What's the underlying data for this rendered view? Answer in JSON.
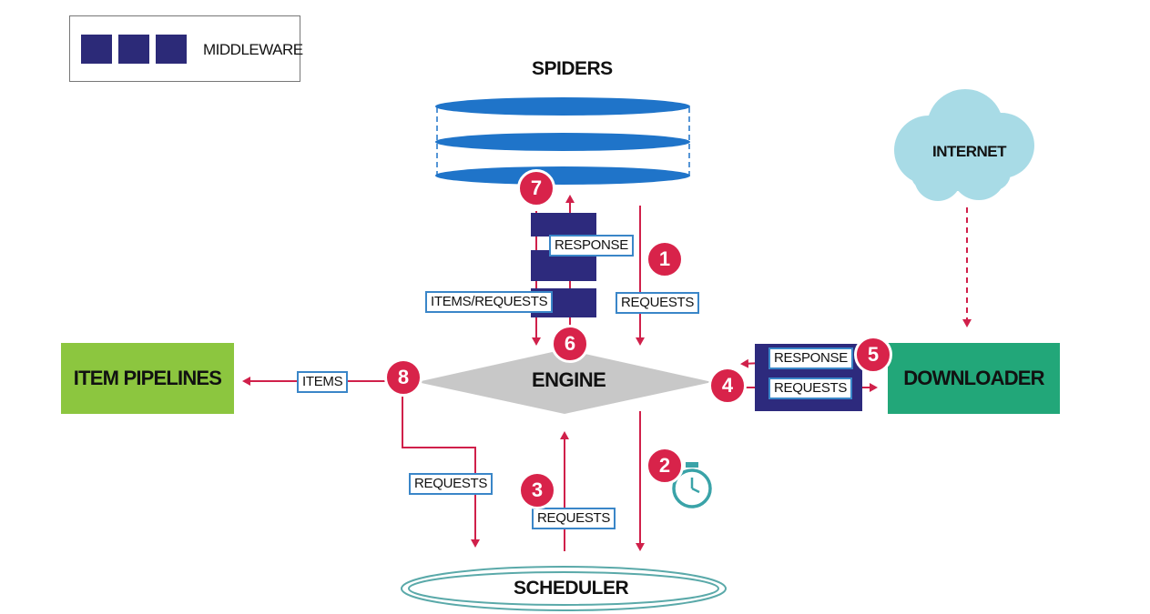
{
  "legend": {
    "label": "MIDDLEWARE"
  },
  "nodes": {
    "spiders": "SPIDERS",
    "internet": "INTERNET",
    "engine": "ENGINE",
    "item_pipelines": "ITEM PIPELINES",
    "downloader": "DOWNLOADER",
    "scheduler": "SCHEDULER"
  },
  "edge_labels": {
    "spider_response": "RESPONSE",
    "spider_items_requests": "ITEMS/REQUESTS",
    "spider_requests": "REQUESTS",
    "items": "ITEMS",
    "downloader_response": "RESPONSE",
    "downloader_requests": "REQUESTS",
    "engine_to_scheduler_requests": "REQUESTS",
    "scheduler_to_engine_requests": "REQUESTS"
  },
  "steps": [
    "1",
    "2",
    "3",
    "4",
    "5",
    "6",
    "7",
    "8"
  ],
  "colors": {
    "middleware": "#2c2a78",
    "arrow": "#d0204a",
    "spiders_blue": "#1f74c9",
    "engine_gray": "#c8c8c8",
    "item_pipelines_green": "#8cc63f",
    "downloader_green": "#22a779",
    "internet_cloud": "#a8dbe6",
    "scheduler_ring": "#5aa9a9",
    "timer": "#3aa3a8",
    "label_border": "#3a86c8"
  },
  "icons": [
    "timer-icon"
  ]
}
